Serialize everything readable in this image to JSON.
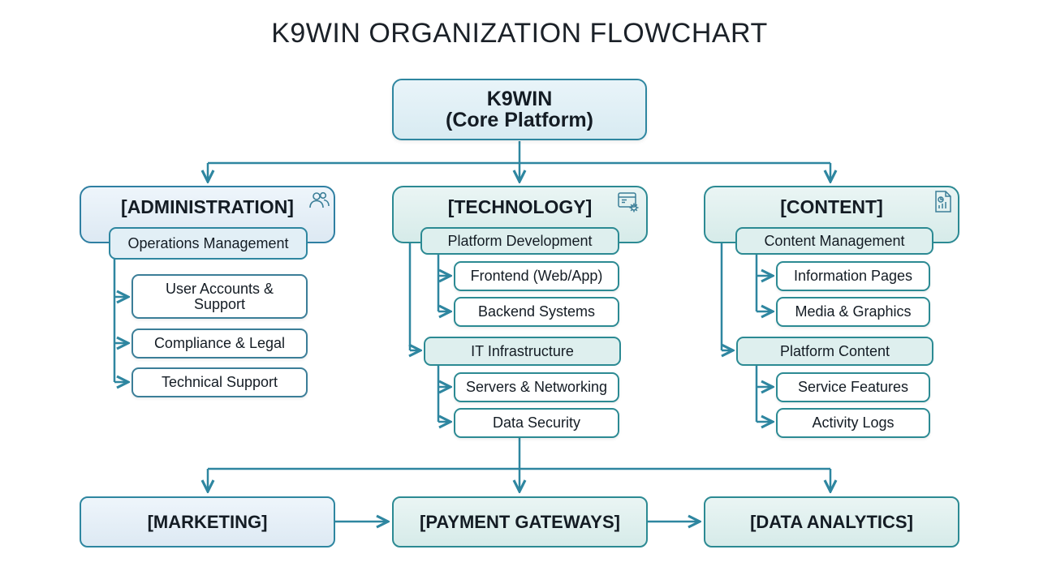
{
  "title": "K9WIN ORGANIZATION FLOWCHART",
  "root": {
    "line1": "K9WIN",
    "line2": "(Core Platform)"
  },
  "departments": {
    "administration": {
      "label": "[ADMINISTRATION]",
      "icon": "users-icon",
      "group": "Operations Management",
      "items": [
        "User Accounts & Support",
        "Compliance & Legal",
        "Technical Support"
      ]
    },
    "technology": {
      "label": "[TECHNOLOGY]",
      "icon": "code-settings-icon",
      "groups": [
        {
          "label": "Platform Development",
          "items": [
            "Frontend (Web/App)",
            "Backend Systems"
          ]
        },
        {
          "label": "IT Infrastructure",
          "items": [
            "Servers & Networking",
            "Data Security"
          ]
        }
      ]
    },
    "content": {
      "label": "[CONTENT]",
      "icon": "document-chart-icon",
      "groups": [
        {
          "label": "Content Management",
          "items": [
            "Information Pages",
            "Media & Graphics"
          ]
        },
        {
          "label": "Platform Content",
          "items": [
            "Service Features",
            "Activity Logs"
          ]
        }
      ]
    }
  },
  "bottom": [
    "[MARKETING]",
    "[PAYMENT GATEWAYS]",
    "[DATA ANALYTICS]"
  ],
  "colors": {
    "line": "#2e86a0",
    "blue_fill": "#dde9f3",
    "teal_fill": "#d6ebe9",
    "text": "#141c24"
  }
}
